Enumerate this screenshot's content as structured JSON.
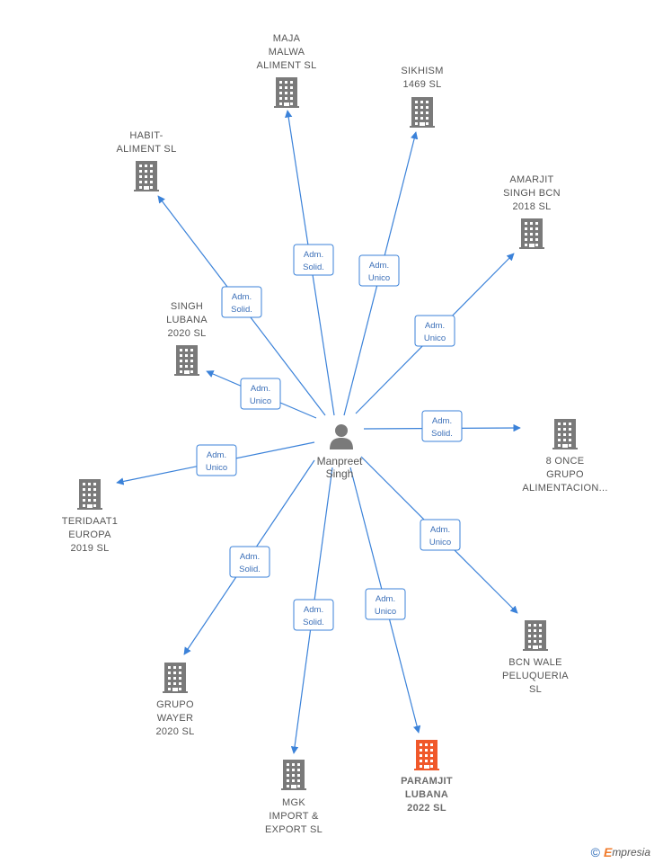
{
  "center": {
    "name": "Manpreet Singh",
    "name_lines": [
      "Manpreet",
      "Singh"
    ],
    "icon": "person-icon"
  },
  "colors": {
    "edge": "#3b82d9",
    "company": "#7a7a7a",
    "highlight": "#f0582a",
    "person": "#7a7a7a"
  },
  "companies": [
    {
      "id": "maja",
      "lines": [
        "MAJA",
        "MALWA",
        "ALIMENT  SL"
      ],
      "role": [
        "Adm.",
        "Solid."
      ],
      "highlight": false
    },
    {
      "id": "sikhism",
      "lines": [
        "SIKHISM",
        "1469  SL"
      ],
      "role": [
        "Adm.",
        "Unico"
      ],
      "highlight": false
    },
    {
      "id": "habit",
      "lines": [
        "HABIT-",
        "ALIMENT  SL"
      ],
      "role": [
        "Adm.",
        "Solid."
      ],
      "highlight": false
    },
    {
      "id": "amarjit",
      "lines": [
        "AMARJIT",
        "SINGH BCN",
        "2018  SL"
      ],
      "role": [
        "Adm.",
        "Unico"
      ],
      "highlight": false
    },
    {
      "id": "singh-lubana",
      "lines": [
        "SINGH",
        "LUBANA",
        "2020  SL"
      ],
      "role": [
        "Adm.",
        "Unico"
      ],
      "highlight": false
    },
    {
      "id": "once",
      "lines": [
        "8 ONCE",
        "GRUPO",
        "ALIMENTACION..."
      ],
      "role": [
        "Adm.",
        "Solid."
      ],
      "highlight": false
    },
    {
      "id": "teridaat",
      "lines": [
        "TERIDAAT1",
        "EUROPA",
        "2019  SL"
      ],
      "role": [
        "Adm.",
        "Unico"
      ],
      "highlight": false
    },
    {
      "id": "bcn-wale",
      "lines": [
        "BCN WALE",
        "PELUQUERIA",
        "SL"
      ],
      "role": [
        "Adm.",
        "Unico"
      ],
      "highlight": false
    },
    {
      "id": "wayer",
      "lines": [
        "GRUPO",
        "WAYER",
        "2020  SL"
      ],
      "role": [
        "Adm.",
        "Solid."
      ],
      "highlight": false
    },
    {
      "id": "mgk",
      "lines": [
        "MGK",
        "IMPORT &",
        "EXPORT  SL"
      ],
      "role": [
        "Adm.",
        "Solid."
      ],
      "highlight": false
    },
    {
      "id": "paramjit",
      "lines": [
        "PARAMJIT",
        "LUBANA",
        "2022  SL"
      ],
      "role": [
        "Adm.",
        "Unico"
      ],
      "highlight": true
    }
  ],
  "footer": {
    "copyright": "©",
    "brand_first": "E",
    "brand_rest": "mpresia"
  }
}
